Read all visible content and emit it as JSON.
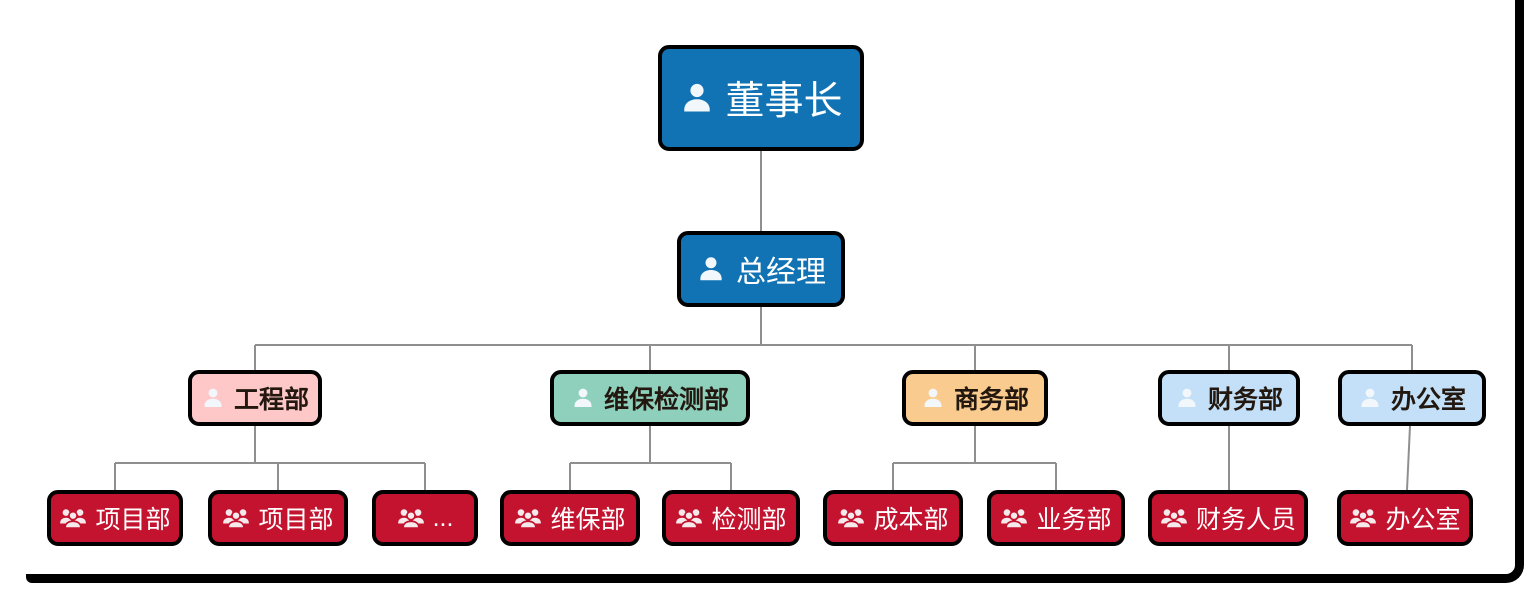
{
  "diagram": {
    "type": "org-chart",
    "palette": {
      "executive_blue": "#1173B4",
      "dept_pink": "#FFC8C8",
      "dept_teal": "#8FD0BD",
      "dept_orange": "#FACB8E",
      "dept_light_blue": "#C3E0F8",
      "team_red": "#C3132F",
      "node_border": "#000000",
      "connector_gray": "#8f8f8f",
      "text_white": "#FFFFFF",
      "text_dark": "#23180f"
    },
    "icons": {
      "single_person": "user-icon",
      "group": "users-icon"
    },
    "nodes": {
      "chairman": {
        "label": "董事长",
        "level": 1,
        "icon": "user-icon",
        "fill": "#1173B4"
      },
      "gm": {
        "label": "总经理",
        "level": 2,
        "icon": "user-icon",
        "fill": "#1173B4"
      },
      "engineering": {
        "label": "工程部",
        "level": 3,
        "icon": "user-icon",
        "fill": "#FFC8C8"
      },
      "maintenance": {
        "label": "维保检测部",
        "level": 3,
        "icon": "user-icon",
        "fill": "#8FD0BD"
      },
      "business": {
        "label": "商务部",
        "level": 3,
        "icon": "user-icon",
        "fill": "#FACB8E"
      },
      "finance": {
        "label": "财务部",
        "level": 3,
        "icon": "user-icon",
        "fill": "#C3E0F8"
      },
      "office": {
        "label": "办公室",
        "level": 3,
        "icon": "user-icon",
        "fill": "#C3E0F8"
      },
      "project1": {
        "label": "项目部",
        "level": 4,
        "icon": "users-icon",
        "fill": "#C3132F"
      },
      "project2": {
        "label": "项目部",
        "level": 4,
        "icon": "users-icon",
        "fill": "#C3132F"
      },
      "more": {
        "label": "...",
        "level": 4,
        "icon": "users-icon",
        "fill": "#C3132F"
      },
      "weibao": {
        "label": "维保部",
        "level": 4,
        "icon": "users-icon",
        "fill": "#C3132F"
      },
      "jiance": {
        "label": "检测部",
        "level": 4,
        "icon": "users-icon",
        "fill": "#C3132F"
      },
      "chengben": {
        "label": "成本部",
        "level": 4,
        "icon": "users-icon",
        "fill": "#C3132F"
      },
      "yewu": {
        "label": "业务部",
        "level": 4,
        "icon": "users-icon",
        "fill": "#C3132F"
      },
      "caiwu_staff": {
        "label": "财务人员",
        "level": 4,
        "icon": "users-icon",
        "fill": "#C3132F"
      },
      "office_team": {
        "label": "办公室",
        "level": 4,
        "icon": "users-icon",
        "fill": "#C3132F"
      }
    },
    "edges": [
      [
        "chairman",
        "gm"
      ],
      [
        "gm",
        "engineering"
      ],
      [
        "gm",
        "maintenance"
      ],
      [
        "gm",
        "business"
      ],
      [
        "gm",
        "finance"
      ],
      [
        "gm",
        "office"
      ],
      [
        "engineering",
        "project1"
      ],
      [
        "engineering",
        "project2"
      ],
      [
        "engineering",
        "more"
      ],
      [
        "maintenance",
        "weibao"
      ],
      [
        "maintenance",
        "jiance"
      ],
      [
        "business",
        "chengben"
      ],
      [
        "business",
        "yewu"
      ],
      [
        "finance",
        "caiwu_staff"
      ],
      [
        "office",
        "office_team"
      ]
    ]
  }
}
